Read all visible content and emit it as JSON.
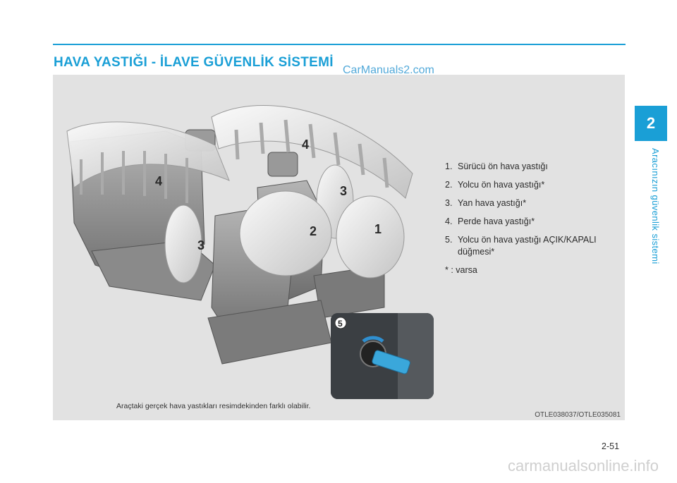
{
  "header": {
    "title": "HAVA YASTIĞI - İLAVE GÜVENLİK SİSTEMİ",
    "watermark": "CarManuals2.com"
  },
  "chapter": {
    "number": "2",
    "title": "Aracınızın güvenlik sistemi"
  },
  "figure": {
    "callouts": [
      "1",
      "2",
      "3",
      "3",
      "4",
      "4",
      "5"
    ],
    "legend": [
      {
        "num": "1.",
        "text": "Sürücü ön hava yastığı"
      },
      {
        "num": "2.",
        "text": "Yolcu ön hava yastığı*"
      },
      {
        "num": "3.",
        "text": "Yan hava yastığı*"
      },
      {
        "num": "4.",
        "text": "Perde hava yastığı*"
      },
      {
        "num": "5.",
        "text": "Yolcu ön hava yastığı AÇIK/KAPALI düğmesi*"
      }
    ],
    "note": "* : varsa",
    "caption": "Araçtaki gerçek hava yastıkları resimdekinden farklı olabilir.",
    "code": "OTLE038037/OTLE035081"
  },
  "footer": {
    "page_number": "2-51",
    "watermark": "carmanualsonline.info"
  },
  "colors": {
    "accent": "#1a9fd6",
    "panel_bg": "#e2e2e2"
  }
}
